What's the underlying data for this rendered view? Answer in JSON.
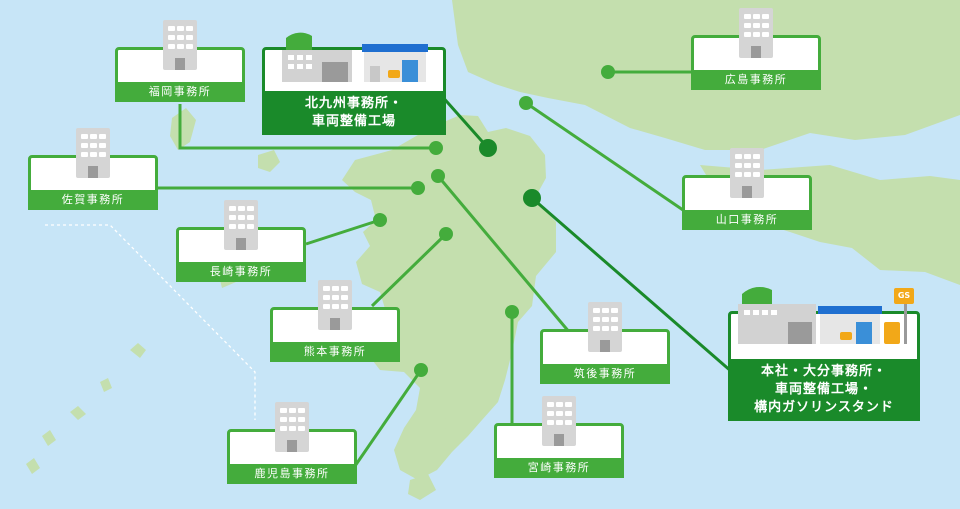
{
  "offices": {
    "kitakyushu": {
      "name_line1": "北九州事務所・",
      "name_line2": "車両整備工場"
    },
    "fukuoka": {
      "name": "福岡事務所"
    },
    "saga": {
      "name": "佐賀事務所"
    },
    "nagasaki": {
      "name": "長崎事務所"
    },
    "kumamoto": {
      "name": "熊本事務所"
    },
    "kagoshima": {
      "name": "鹿児島事務所"
    },
    "miyazaki": {
      "name": "宮崎事務所"
    },
    "chikugo": {
      "name": "筑後事務所"
    },
    "hiroshima": {
      "name": "広島事務所"
    },
    "yamaguchi": {
      "name": "山口事務所"
    },
    "head_office": {
      "name_line1": "本社・大分事務所・",
      "name_line2": "車両整備工場・",
      "name_line3": "構内ガソリンスタンド"
    }
  },
  "gas_station_sign": "GS",
  "colors": {
    "sea": "#c7e5f7",
    "land": "#c4dfae",
    "line": "#44ac3c",
    "line_dark": "#1a8a2a"
  }
}
